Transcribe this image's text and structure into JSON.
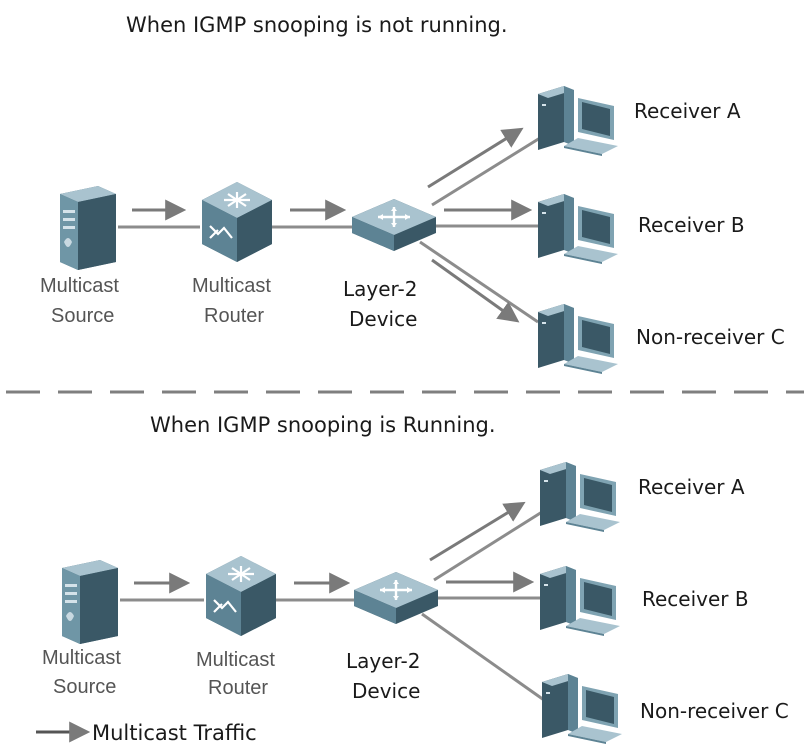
{
  "colors": {
    "line": "#8c8c8c",
    "arrow": "#7a7a7a",
    "divider": "#7f7f7f",
    "device_dark": "#3a5866",
    "device_mid": "#5d8394",
    "device_light": "#a9c3cf"
  },
  "top_panel": {
    "title": "When IGMP snooping is not running.",
    "source_label_1": "Multicast",
    "source_label_2": "Source",
    "router_label_1": "Multicast",
    "router_label_2": "Router",
    "device_label_1": "Layer-2",
    "device_label_2": "Device",
    "receiver_a": "Receiver A",
    "receiver_b": "Receiver B",
    "receiver_c": "Non-receiver C"
  },
  "bottom_panel": {
    "title": "When IGMP snooping is Running.",
    "source_label_1": "Multicast",
    "source_label_2": "Source",
    "router_label_1": "Multicast",
    "router_label_2": "Router",
    "device_label_1": "Layer-2",
    "device_label_2": "Device",
    "receiver_a": "Receiver A",
    "receiver_b": "Receiver B",
    "receiver_c": "Non-receiver C"
  },
  "legend": {
    "label": "Multicast Traffic"
  }
}
